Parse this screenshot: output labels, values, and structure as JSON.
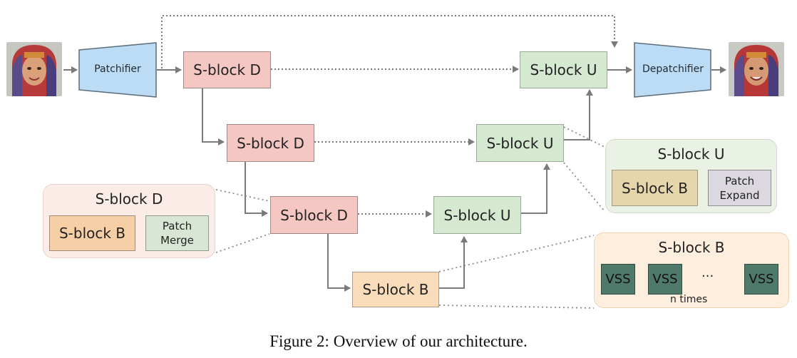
{
  "figure": {
    "caption": "Figure 2:  Overview of our architecture.",
    "patchifier_label": "Patchifier",
    "depatchifier_label": "Depatchifier",
    "blocks": {
      "d1": "S-block D",
      "d2": "S-block D",
      "d3": "S-block D",
      "u1": "S-block U",
      "u2": "S-block U",
      "u3": "S-block U",
      "b": "S-block B"
    },
    "panel_d": {
      "title": "S-block D",
      "block_b": "S-block B",
      "merge": "Patch Merge"
    },
    "panel_u": {
      "title": "S-block U",
      "block_b": "S-block B",
      "expand": "Patch Expand"
    },
    "panel_b": {
      "title": "S-block B",
      "vss": [
        "VSS",
        "VSS",
        "VSS"
      ],
      "ellipsis": "···",
      "repeat": "n times"
    },
    "colors": {
      "encoder": "#f4c7c3",
      "decoder": "#d5e8d0",
      "bottleneck": "#f9dcba",
      "patchifier": "#bcdcf5",
      "vss": "#4f7a6b"
    }
  }
}
